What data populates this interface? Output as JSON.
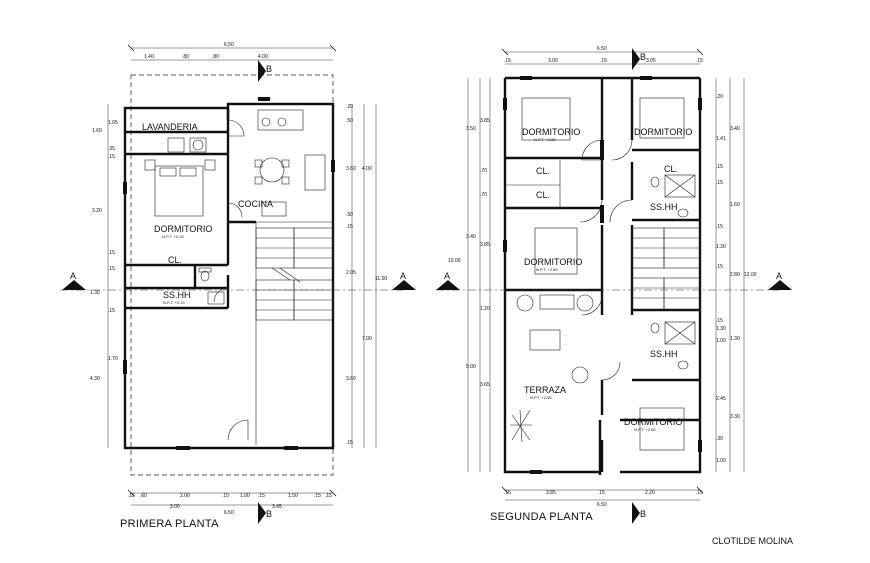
{
  "plans": {
    "first": {
      "title": "PRIMERA PLANTA",
      "rooms": {
        "lavanderia": "LAVANDERIA",
        "cocina": "COCINA",
        "dormitorio": "DORMITORIO",
        "closet": "CL.",
        "bath": "SS.HH"
      },
      "level_note": "N.P.T. +0.15",
      "section_marker": "A",
      "north_marker": "B",
      "dims": {
        "top_total": "6.50",
        "top_parts": [
          "1.40",
          ".80",
          ".80",
          "4.00"
        ],
        "bottom_total": "6.50",
        "bottom_left": "3.00",
        "bottom_right": "3.45",
        "bottom_parts": [
          ".15",
          ".60",
          "2.00",
          ".15",
          "1.00",
          ".15",
          "1.50",
          ".15",
          ".15"
        ],
        "left_parts": [
          "1.60",
          "1.05",
          ".35",
          ".15",
          "3.20",
          ".15",
          ".15",
          "1.30",
          ".15",
          "1.70",
          "4.30"
        ],
        "right_inner": [
          ".20",
          ".50",
          "3.60",
          ".50",
          ".15",
          "2.05",
          "3.60",
          ".15"
        ],
        "right_outer": [
          "4.00",
          "7.00",
          "11.00"
        ]
      }
    },
    "second": {
      "title": "SEGUNDA PLANTA",
      "rooms": {
        "dorm_a": "DORMITORIO",
        "dorm_b": "DORMITORIO",
        "dorm_c": "DORMITORIO",
        "dorm_d": "DORMITORIO",
        "closet_a": "CL.",
        "closet_b": "CL.",
        "closet_c": "CL.",
        "bath_a": "SS.HH",
        "bath_b": "SS.HH",
        "terraza": "TERRAZA"
      },
      "level_note": "N.P.T. +2.65",
      "section_marker": "A",
      "north_marker": "B",
      "dims": {
        "top_total": "6.50",
        "top_parts": [
          ".15",
          "3.00",
          ".15",
          "3.05",
          ".15"
        ],
        "bottom_total": "6.50",
        "bottom_parts": [
          ".15",
          "3.85",
          ".15",
          "2.20",
          ".15"
        ],
        "left_parts": [
          "3.85",
          "3.50",
          ".70",
          ".70",
          "3.40",
          "3.85",
          "1.20",
          "5.00",
          "3.65"
        ],
        "left_outer": "10.00",
        "right_inner": [
          ".20",
          "1.41",
          ".15",
          ".15",
          "1.30",
          ".15",
          ".15",
          "1.30",
          ".15",
          "1.00",
          "2.45",
          ".30",
          "1.00"
        ],
        "right_outer": [
          "3.40",
          "1.60",
          "2.80",
          "1.30",
          "3.30",
          "12.00"
        ]
      }
    }
  },
  "author": "CLOTILDE MOLINA"
}
